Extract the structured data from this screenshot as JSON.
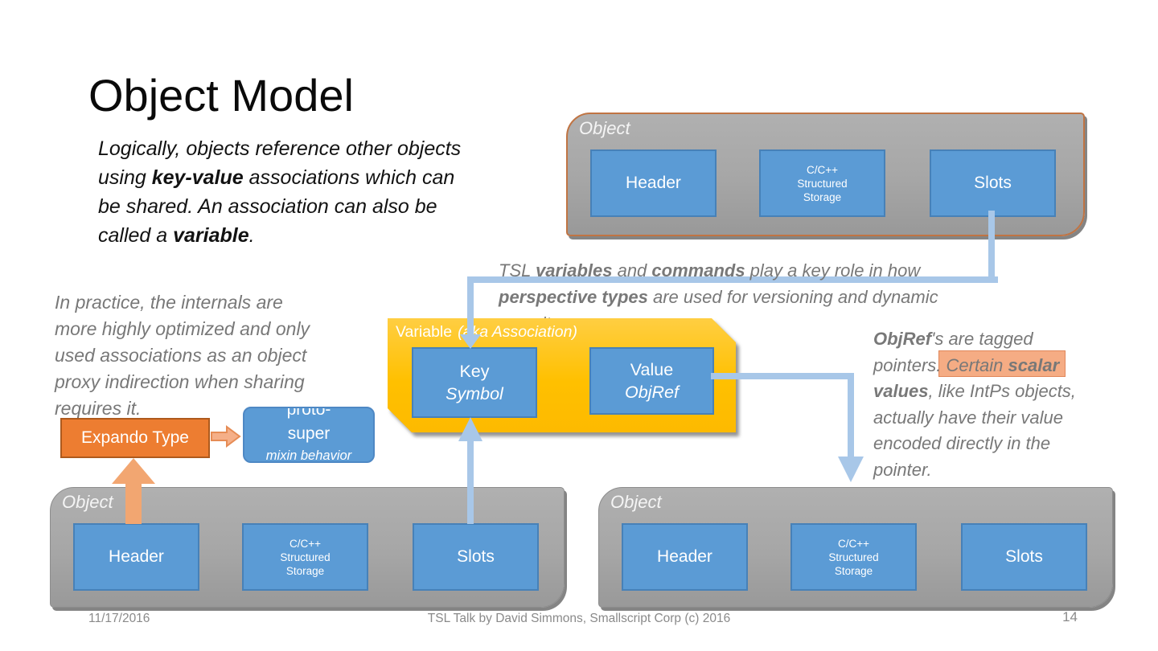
{
  "slide": {
    "title": "Object Model"
  },
  "intro": {
    "segments": [
      {
        "t": "Logically, objects reference other objects"
      },
      {
        "br": true
      },
      {
        "t": "using "
      },
      {
        "t": "key-value",
        "b": true
      },
      {
        "t": " associations which can"
      },
      {
        "br": true
      },
      {
        "t": "be shared. An association can also be"
      },
      {
        "br": true
      },
      {
        "t": "called a "
      },
      {
        "t": "variable",
        "b": true
      },
      {
        "t": "."
      }
    ]
  },
  "practice": {
    "segments": [
      {
        "t": "In practice, the internals are"
      },
      {
        "br": true
      },
      {
        "t": "more highly optimized and only"
      },
      {
        "br": true
      },
      {
        "t": "used associations as an object"
      },
      {
        "br": true
      },
      {
        "t": "proxy indirection when sharing"
      },
      {
        "br": true
      },
      {
        "t": "requires it."
      }
    ]
  },
  "tsl": {
    "segments": [
      {
        "t": "TSL "
      },
      {
        "t": "variables",
        "b": true
      },
      {
        "t": " and "
      },
      {
        "t": "commands",
        "b": true
      },
      {
        "t": " play a key role in how"
      },
      {
        "br": true
      },
      {
        "t": "perspective types",
        "b": true
      },
      {
        "t": " are used for versioning and dynamic"
      },
      {
        "br": true
      },
      {
        "t": "security"
      }
    ]
  },
  "objref": {
    "segments": [
      {
        "t": "ObjRef",
        "b": true
      },
      {
        "t": "'s are tagged"
      },
      {
        "br": true
      },
      {
        "t": "pointers. Certain "
      },
      {
        "t": "scalar",
        "b": true
      },
      {
        "br": true
      },
      {
        "t": "values",
        "b": true
      },
      {
        "t": ", like IntPs objects,"
      },
      {
        "br": true
      },
      {
        "t": "actually have their value"
      },
      {
        "br": true
      },
      {
        "t": "encoded directly in the"
      },
      {
        "br": true
      },
      {
        "t": "pointer."
      }
    ]
  },
  "objects": [
    {
      "position": "top-right",
      "label": "Object",
      "boxes": [
        {
          "name": "header-box",
          "lines": [
            "Header"
          ]
        },
        {
          "name": "storage-box",
          "lines": [
            "C/C++",
            "Structured",
            "Storage"
          ]
        },
        {
          "name": "slots-box",
          "lines": [
            "Slots"
          ]
        }
      ]
    },
    {
      "position": "bottom-left",
      "label": "Object",
      "boxes": [
        {
          "name": "header-box",
          "lines": [
            "Header"
          ]
        },
        {
          "name": "storage-box",
          "lines": [
            "C/C++",
            "Structured",
            "Storage"
          ]
        },
        {
          "name": "slots-box",
          "lines": [
            "Slots"
          ]
        }
      ]
    },
    {
      "position": "bottom-right",
      "label": "Object",
      "boxes": [
        {
          "name": "header-box",
          "lines": [
            "Header"
          ]
        },
        {
          "name": "storage-box",
          "lines": [
            "C/C++",
            "Structured",
            "Storage"
          ]
        },
        {
          "name": "slots-box",
          "lines": [
            "Slots"
          ]
        }
      ]
    }
  ],
  "variable": {
    "title": "Variable",
    "subtitle": "(aka Association)",
    "key_box": {
      "label": "Key",
      "type": "Symbol"
    },
    "value_box": {
      "label": "Value",
      "type": "ObjRef"
    }
  },
  "expando": {
    "label": "Expando Type"
  },
  "proto": {
    "line1": "proto-",
    "line2": "super",
    "line3": "mixin behavior"
  },
  "footer": {
    "date": "11/17/2016",
    "credit": "TSL Talk by David Simmons, Smallscript Corp (c) 2016",
    "page": "14"
  },
  "colors": {
    "accent_blue": "#5B9BD5",
    "accent_gold": "#FFC000",
    "accent_orange": "#ED7D31",
    "connector_blue": "#A8C7E8",
    "salmon_arrow": "#F4B183",
    "object_gray": "#A6A6A6",
    "text_gray": "#787878",
    "highlight_salmon": "#F39D6E"
  }
}
